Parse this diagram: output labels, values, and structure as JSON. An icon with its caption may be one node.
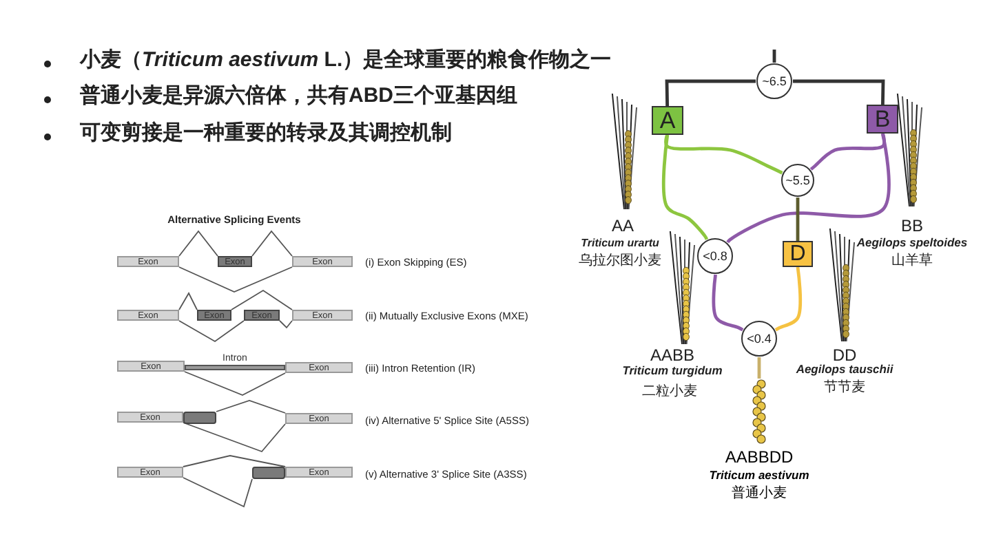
{
  "diagram": {
    "nodes": [
      {
        "text": [
          "~6.5"
        ]
      },
      {
        "text": [
          "A"
        ]
      },
      {
        "text": [
          "B"
        ]
      },
      {
        "text": [
          "~5.5"
        ]
      },
      {
        "text": [
          "D"
        ]
      },
      {
        "text": [
          "<0.8"
        ]
      },
      {
        "text": [
          "<0.4"
        ]
      },
      {
        "text": [
          "AABBDD",
          "Triticum aestivum",
          "普通小麦"
        ]
      },
      {
        "text": [
          "Exon"
        ]
      },
      {
        "text": [
          "Exon"
        ]
      },
      {
        "text": [
          "Exon"
        ]
      },
      {
        "text": [
          "Exon"
        ]
      },
      {
        "text": [
          "Exon"
        ]
      },
      {
        "text": [
          "Exon"
        ]
      },
      {
        "text": [
          "Exon"
        ]
      },
      {
        "text": [
          "Exon"
        ]
      },
      {
        "text": [
          "Intron"
        ]
      },
      {
        "text": [
          "Exon"
        ]
      },
      {
        "text": [
          "Exon"
        ]
      },
      {
        "text": [],
        "shape": "box"
      },
      {
        "text": [
          "Exon"
        ]
      },
      {
        "text": [
          "Exon"
        ]
      },
      {
        "text": [],
        "shape": "box"
      },
      {
        "text": [
          "Exon"
        ]
      }
    ],
    "edges": [
      {
        "from": null,
        "to": 0,
        "arrow": "none",
        "style": "thick",
        "color": "#333333"
      },
      {
        "from": 0,
        "to": 1,
        "arrow": "none",
        "style": "thick",
        "color": "#333333"
      },
      {
        "from": 0,
        "to": 2,
        "arrow": "none",
        "style": "thick",
        "color": "#333333"
      },
      {
        "from": 1,
        "to": 3,
        "arrow": "none",
        "style": "thick",
        "color": "#8dc63f"
      },
      {
        "from": 1,
        "to": 5,
        "arrow": "none",
        "style": "thick",
        "color": "#8dc63f"
      },
      {
        "from": 2,
        "to": 3,
        "arrow": "none",
        "style": "thick",
        "color": "#8e5aa8"
      },
      {
        "from": 2,
        "to": 5,
        "arrow": "none",
        "style": "thick",
        "color": "#8e5aa8"
      },
      {
        "from": 3,
        "to": 4,
        "arrow": "none",
        "style": "thick",
        "color": "#5c5c2e"
      },
      {
        "from": 5,
        "to": 6,
        "arrow": "none",
        "style": "thick",
        "color": "#8e5aa8"
      },
      {
        "from": 4,
        "to": 6,
        "arrow": "none",
        "style": "thick",
        "color": "#f5c242"
      },
      {
        "from": 6,
        "to": 7,
        "arrow": "none",
        "style": "thick",
        "color": "#c9b06a"
      },
      {
        "from": 8,
        "to": 9,
        "arrow": "none"
      },
      {
        "from": 9,
        "to": 10,
        "arrow": "none"
      },
      {
        "from": 8,
        "to": 10,
        "arrow": "none"
      },
      {
        "from": 11,
        "to": 12,
        "arrow": "none"
      },
      {
        "from": 12,
        "to": 14,
        "arrow": "none"
      },
      {
        "from": 11,
        "to": 13,
        "arrow": "none"
      },
      {
        "from": 13,
        "to": 14,
        "arrow": "none"
      },
      {
        "from": 15,
        "to": 17,
        "arrow": "none"
      },
      {
        "from": 19,
        "to": 20,
        "arrow": "none"
      },
      {
        "from": 18,
        "to": 20,
        "arrow": "none"
      },
      {
        "from": 21,
        "to": 23,
        "arrow": "none"
      },
      {
        "from": 21,
        "to": 22,
        "arrow": "none"
      }
    ],
    "labels": [
      "小麦（*Triticum aestivum* L.）是全球重要的粮食作物之一",
      "普通小麦是异源六倍体，共有ABD三个亚基因组",
      "可变剪接是一种重要的转录及其调控机制",
      "AA",
      "Triticum urartu",
      "乌拉尔图小麦",
      "BB",
      "Aegilops speltoides",
      "山羊草",
      "AABB",
      "Triticum turgidum",
      "二粒小麦",
      "DD",
      "Aegilops tauschii",
      "节节麦",
      "Alternative Splicing Events",
      "(i) Exon Skipping (ES)",
      "(ii) Mutually Exclusive Exons (MXE)",
      "(iii) Intron Retention (IR)",
      "(iv) Alternative 5' Splice Site (A5SS)",
      "(v) Alternative 3' Splice Site (A3SS)"
    ]
  }
}
